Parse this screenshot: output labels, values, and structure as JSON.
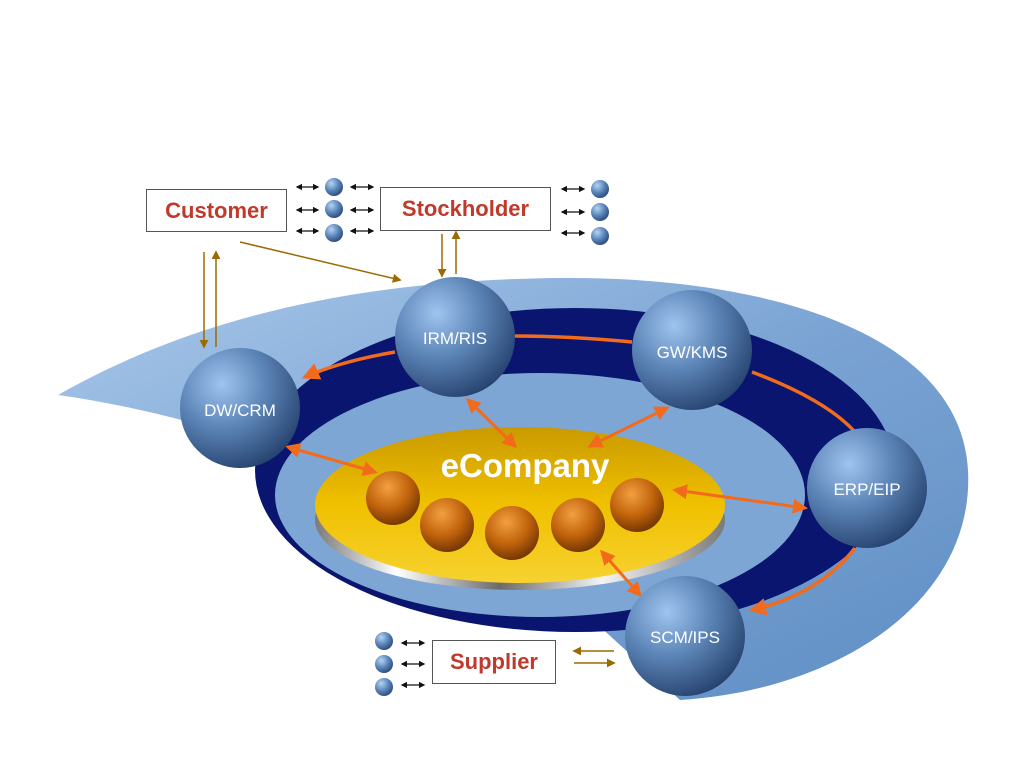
{
  "diagram": {
    "center_label": "eCompany",
    "nodes": {
      "irm": "IRM/RIS",
      "gw": "GW/KMS",
      "dw": "DW/CRM",
      "erp": "ERP/EIP",
      "scm": "SCM/IPS"
    },
    "parties": {
      "customer": "Customer",
      "stockholder": "Stockholder",
      "supplier": "Supplier"
    },
    "colors": {
      "outer_ring": "#7ea6d4",
      "inner_ring": "#0a1570",
      "flow_arrow": "#f26b1d",
      "connector": "#9a6b00",
      "platform": "#e2b400",
      "party_text": "#c0392b"
    }
  }
}
